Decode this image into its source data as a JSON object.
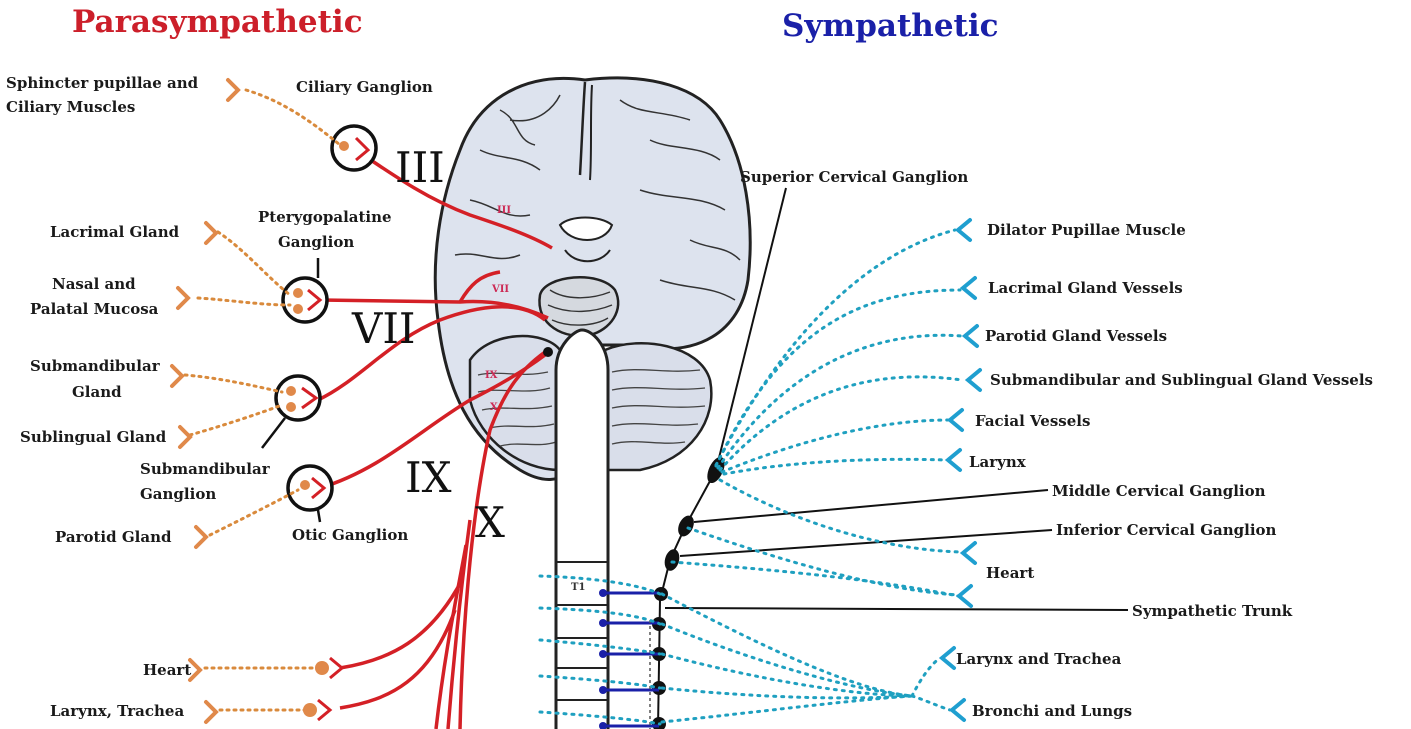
{
  "titles": {
    "left": "Parasympathetic",
    "right": "Sympathetic"
  },
  "colors": {
    "parasympathetic": "#cc1f2a",
    "sympathetic": "#1a20a8",
    "para_nerve": "#d42026",
    "para_dots": "#d98a3c",
    "symp_dots": "#1fa0c0",
    "symp_arrow": "#1f9fd0",
    "brain_fill": "#dde3ee"
  },
  "para": {
    "sphincter": [
      "Sphincter pupillae and",
      "Ciliary Muscles"
    ],
    "ciliary_ganglion": "Ciliary Ganglion",
    "lacrimal": "Lacrimal Gland",
    "pterygo": [
      "Pterygopalatine",
      "Ganglion"
    ],
    "nasal": [
      "Nasal and",
      "Palatal Mucosa"
    ],
    "submand_gland": [
      "Submandibular",
      "Gland"
    ],
    "sublingual": "Sublingual Gland",
    "submand_ganglion": [
      "Submandibular",
      "Ganglion"
    ],
    "parotid": "Parotid Gland",
    "otic": "Otic Ganglion",
    "heart": "Heart",
    "larynx": "Larynx, Trachea"
  },
  "nerves": {
    "III": "III",
    "VII": "VII",
    "IX": "IX",
    "X": "X"
  },
  "brain_small": {
    "iii": "III",
    "vii": "VII",
    "ix": "IX",
    "x": "X",
    "t1": "T1"
  },
  "symp": {
    "superior_cervical": "Superior Cervical Ganglion",
    "middle_cervical": "Middle Cervical Ganglion",
    "inferior_cervical": "Inferior Cervical Ganglion",
    "trunk": "Sympathetic Trunk",
    "targets": [
      "Dilator Pupillae Muscle",
      "Lacrimal Gland Vessels",
      "Parotid Gland Vessels",
      "Submandibular and Sublingual Gland Vessels",
      "Facial Vessels",
      "Larynx",
      "Heart",
      "Larynx and Trachea",
      "Bronchi and Lungs"
    ]
  }
}
